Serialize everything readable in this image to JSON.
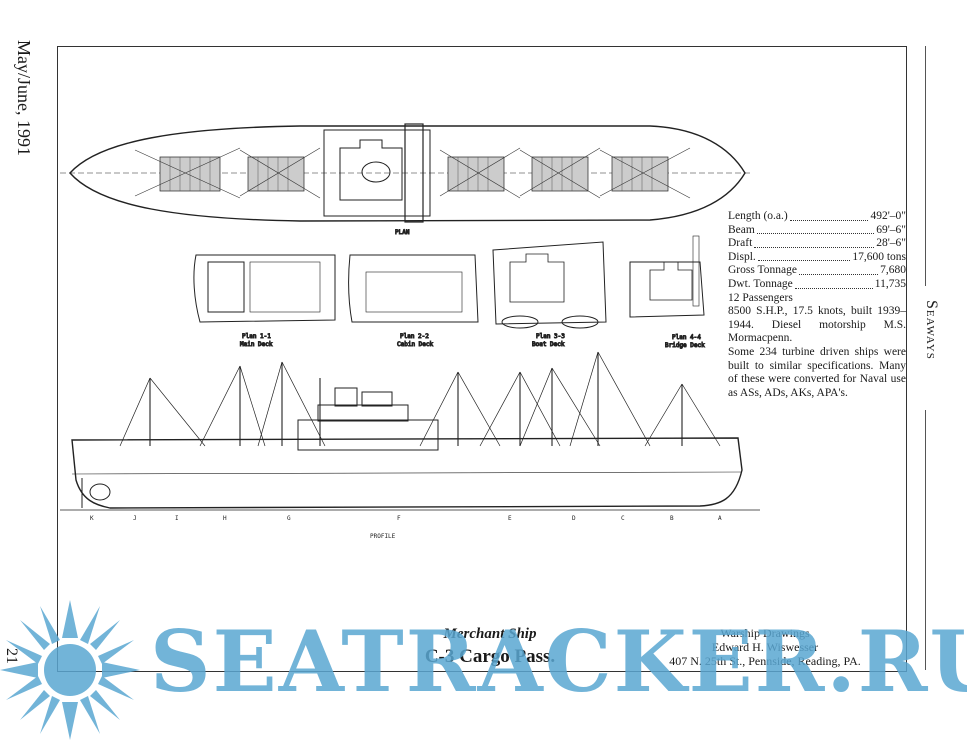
{
  "side": {
    "issue": "May/June, 1991",
    "magazine": "Seaways",
    "page_number": "21"
  },
  "drawing": {
    "plan_label": "PLAN",
    "profile_label": "PROFILE",
    "plans": [
      {
        "title": "Plan 1-1",
        "deck": "Main Deck"
      },
      {
        "title": "Plan 2-2",
        "deck": "Cabin Deck"
      },
      {
        "title": "Plan 3-3",
        "deck": "Boat Deck"
      },
      {
        "title": "Plan 4-4",
        "deck": "Bridge Deck"
      }
    ],
    "stations": [
      "K",
      "J",
      "I",
      "H",
      "G",
      "F",
      "E",
      "D",
      "C",
      "B",
      "A"
    ]
  },
  "specs": {
    "rows": [
      {
        "label": "Length (o.a.)",
        "value": "492'–0\""
      },
      {
        "label": "Beam",
        "value": "69'–6\""
      },
      {
        "label": "Draft",
        "value": "28'–6\""
      },
      {
        "label": "Displ.",
        "value": "17,600 tons"
      },
      {
        "label": "Gross Tonnage",
        "value": "7,680"
      },
      {
        "label": "Dwt. Tonnage",
        "value": "11,735"
      }
    ],
    "passengers": "12 Passengers",
    "paragraph1": "8500 S.H.P., 17.5 knots, built 1939–1944. Diesel motorship M.S. Mormacpenn.",
    "paragraph2": "Some 234 turbine driven ships were built to similar specifications. Many of these were converted for Naval use as ASs, ADs, AKs, APA's."
  },
  "caption": {
    "type": "Merchant Ship",
    "name": "C-3 Cargo Pass."
  },
  "credit": {
    "line1": "Warship Drawings",
    "line2": "Edward H. Wiswesser",
    "line3": "407 N. 25th St., Pennside, Reading, PA."
  },
  "watermark": {
    "text": "SEATRACKER.RU",
    "color": "#5aa7d2"
  }
}
